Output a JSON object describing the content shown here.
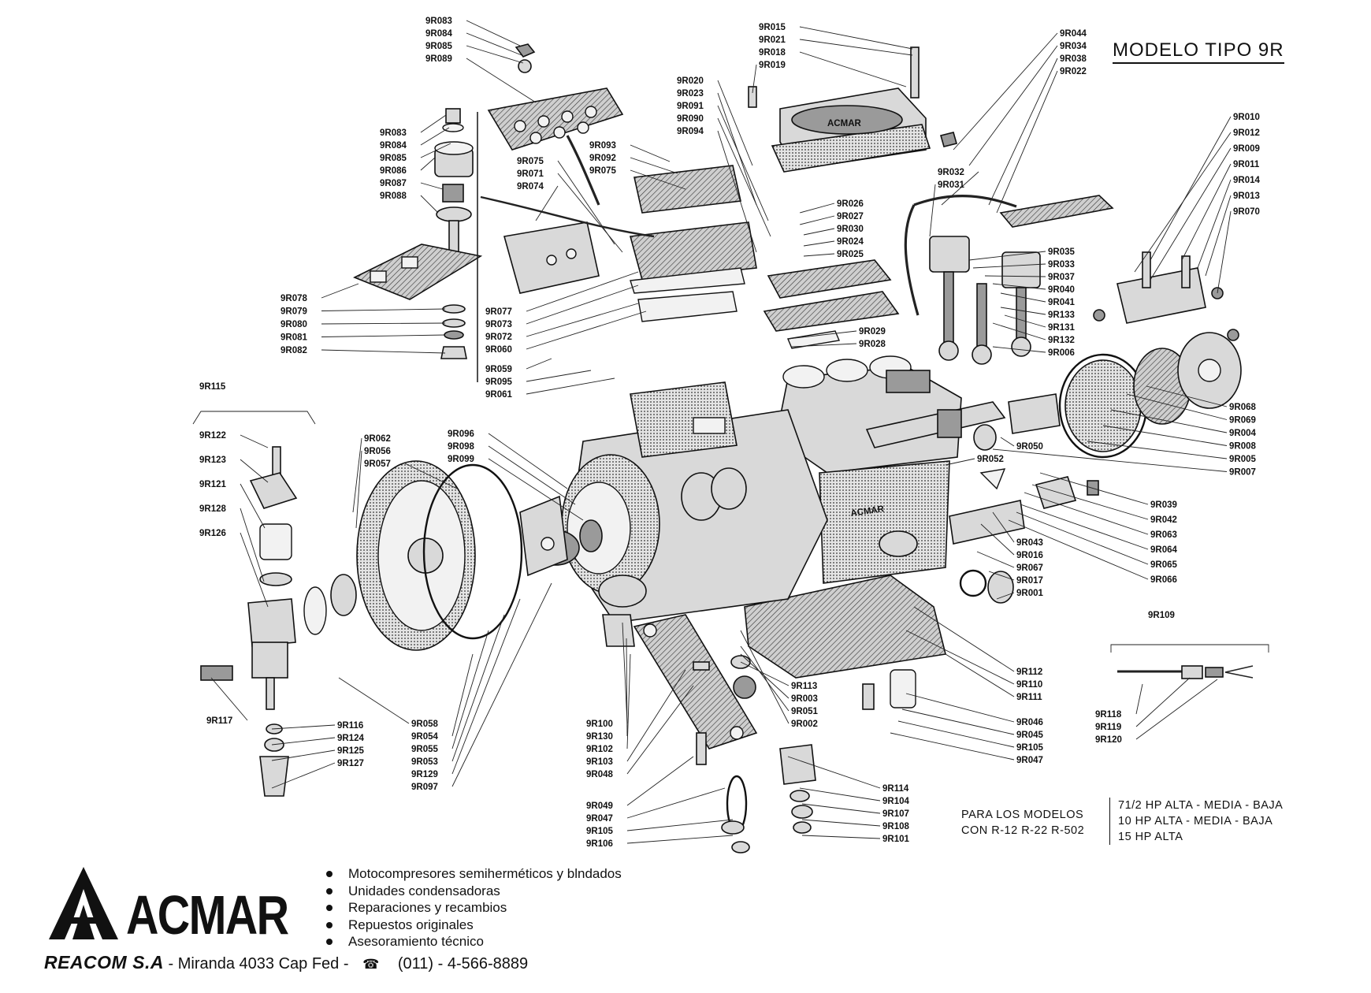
{
  "title": "MODELO  TIPO  9R",
  "models_ref": [
    "PARA LOS MODELOS",
    "CON R-12  R-22  R-502"
  ],
  "models_hp": [
    "71/2 HP ALTA - MEDIA - BAJA",
    "10  HP ALTA - MEDIA - BAJA",
    "15  HP ALTA"
  ],
  "brand": "ACMAR",
  "services": [
    "Motocompresores semiherméticos y blndados",
    "Unidades condensadoras",
    "Reparaciones y recambios",
    "Repuestos originales",
    "Asesoramiento técnico"
  ],
  "footer": {
    "company": "REACOM S.A",
    "address": "- Miranda 4033 Cap Fed  -",
    "phone_icon": "telephone-icon",
    "phone": "(011) - 4-566-8889"
  },
  "labels": {
    "g1": [
      "9R083",
      "9R084",
      "9R085",
      "9R089"
    ],
    "g2": [
      "9R083",
      "9R084",
      "9R085",
      "9R086",
      "9R087",
      "9R088"
    ],
    "g3": [
      "9R078",
      "9R079",
      "9R080",
      "9R081",
      "9R082"
    ],
    "g4": [
      "9R015",
      "9R021",
      "9R018",
      "9R019"
    ],
    "g5": [
      "9R044",
      "9R034",
      "9R038",
      "9R022"
    ],
    "g6": [
      "9R020",
      "9R023",
      "9R091",
      "9R090",
      "9R094"
    ],
    "g7": [
      "9R093",
      "9R092",
      "9R075"
    ],
    "g8": [
      "9R075",
      "9R071",
      "9R074"
    ],
    "g9": [
      "9R032",
      "9R031"
    ],
    "g10": [
      "9R026",
      "9R027",
      "9R030",
      "9R024",
      "9R025"
    ],
    "g11": [
      "9R010",
      "9R012",
      "9R009",
      "9R011",
      "9R014",
      "9R013",
      "9R070"
    ],
    "g12": [
      "9R035",
      "9R033",
      "9R037",
      "9R040",
      "9R041",
      "9R133",
      "9R131",
      "9R132",
      "9R006"
    ],
    "g13": [
      "9R077",
      "9R073",
      "9R072",
      "9R060"
    ],
    "g14": [
      "9R029",
      "9R028"
    ],
    "g15": [
      "9R059",
      "9R095",
      "9R061"
    ],
    "g16": [
      "9R115"
    ],
    "g17": [
      "9R122",
      "9R123",
      "9R121",
      "9R128",
      "9R126"
    ],
    "g18": [
      "9R062",
      "9R056",
      "9R057"
    ],
    "g19": [
      "9R096",
      "9R098",
      "9R099"
    ],
    "g20": [
      "9R068",
      "9R069",
      "9R004",
      "9R008",
      "9R005",
      "9R007"
    ],
    "g21": [
      "9R050"
    ],
    "g22": [
      "9R052"
    ],
    "g23": [
      "9R039",
      "9R042",
      "9R063",
      "9R064",
      "9R065",
      "9R066"
    ],
    "g24": [
      "9R043",
      "9R016",
      "9R067",
      "9R017",
      "9R001"
    ],
    "g25": [
      "9R109"
    ],
    "g26": [
      "9R112",
      "9R110",
      "9R111"
    ],
    "g27": [
      "9R117"
    ],
    "g28": [
      "9R116",
      "9R124",
      "9R125",
      "9R127"
    ],
    "g29": [
      "9R058",
      "9R054",
      "9R055",
      "9R053",
      "9R129",
      "9R097"
    ],
    "g30": [
      "9R100",
      "9R130",
      "9R102",
      "9R103",
      "9R048"
    ],
    "g31": [
      "9R113",
      "9R003",
      "9R051",
      "9R002"
    ],
    "g32": [
      "9R046",
      "9R045",
      "9R105",
      "9R047"
    ],
    "g33": [
      "9R118",
      "9R119",
      "9R120"
    ],
    "g34": [
      "9R049",
      "9R047",
      "9R105",
      "9R106"
    ],
    "g35": [
      "9R114",
      "9R104",
      "9R107",
      "9R108",
      "9R101"
    ]
  }
}
